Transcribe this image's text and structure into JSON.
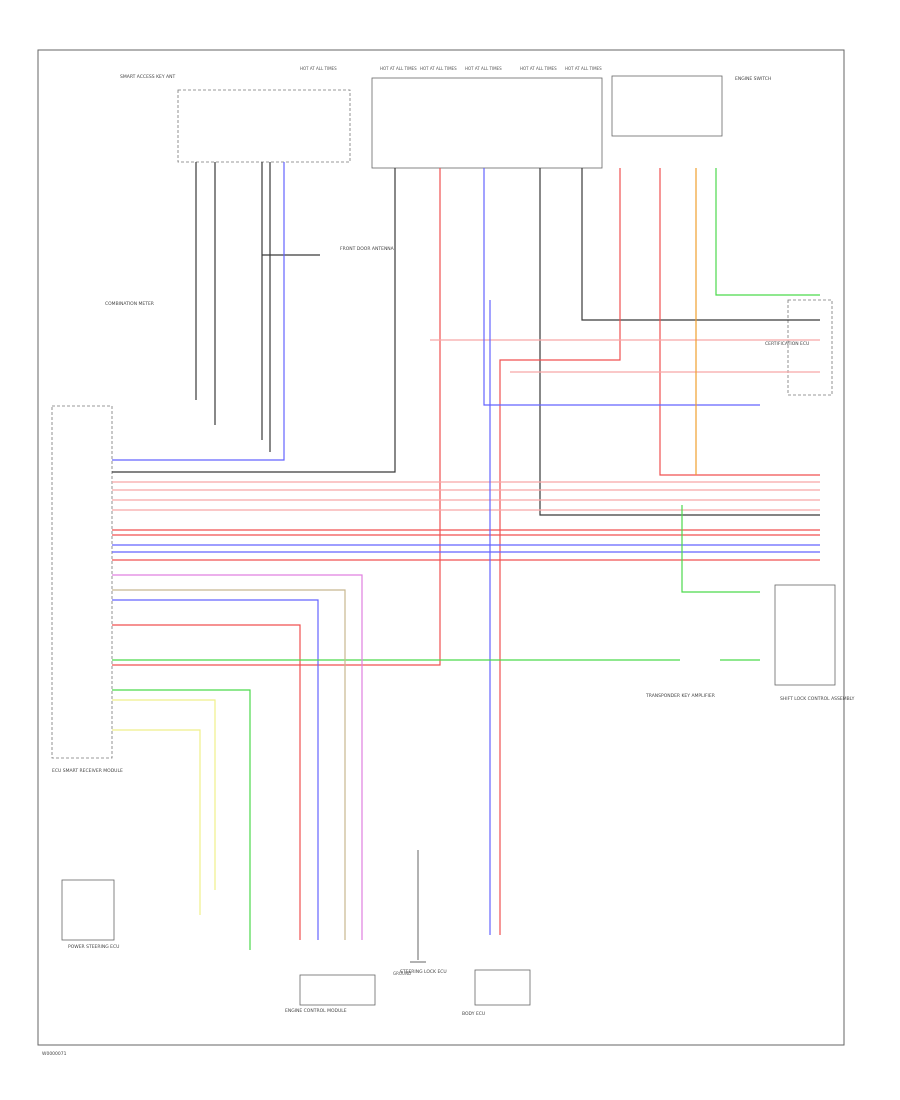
{
  "page_code": "W0000071",
  "colors": {
    "black": "#3a3a3a",
    "gray": "#8a8a8a",
    "red": "#f05050",
    "pink": "#f7a7a7",
    "blue": "#6464ff",
    "green": "#4cd94c",
    "orange": "#f0a030",
    "yellow": "#efef8a",
    "violet": "#e080e0",
    "tan": "#c8b890"
  },
  "components": {
    "battery_fuses": [
      "HOT AT ALL TIMES",
      "HOT AT ALL TIMES",
      "HOT AT ALL TIMES",
      "HOT AT ALL TIMES",
      "HOT AT ALL TIMES",
      "HOT AT ALL TIMES"
    ],
    "top_left": "SMART ACCESS KEY ANT",
    "engine_switch": "ENGINE SWITCH",
    "smart_key_ecu": "ECU SMART RECEIVER MODULE",
    "ground": "GROUND",
    "certification": "CERTIFICATION ECU",
    "shift_lock": "SHIFT LOCK CONTROL ASSEMBLY",
    "key_slot": "TRANSPONDER KEY AMPLIFIER",
    "left_connector": "COMBINATION METER",
    "front_door": "FRONT DOOR ANTENNA",
    "bottom_left_box": "POWER STEERING ECU",
    "bottom_center_left": "ENGINE CONTROL MODULE",
    "bottom_center": "STEERING LOCK ECU",
    "bottom_center_right": "BODY ECU"
  }
}
